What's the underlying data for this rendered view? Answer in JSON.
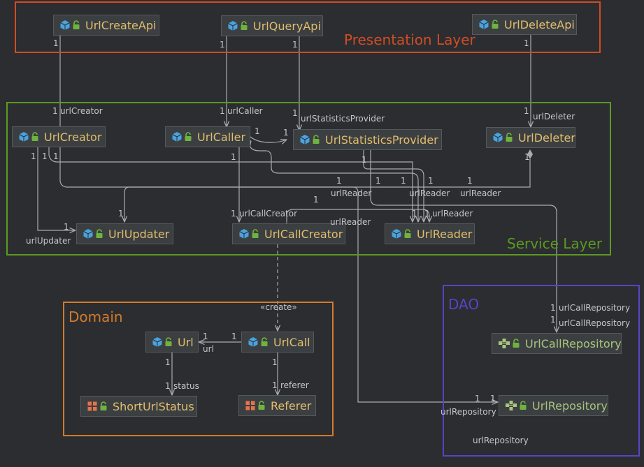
{
  "groups": {
    "presentation": {
      "title": "Presentation Layer",
      "color": "#d14c23"
    },
    "service": {
      "title": "Service Layer",
      "color": "#5c9a1f"
    },
    "domain": {
      "title": "Domain",
      "color": "#d57a2a"
    },
    "dao": {
      "title": "DAO",
      "color": "#5a43c4"
    }
  },
  "classes": {
    "url_create_api": "UrlCreateApi",
    "url_query_api": "UrlQueryApi",
    "url_delete_api": "UrlDeleteApi",
    "url_creator": "UrlCreator",
    "url_caller": "UrlCaller",
    "url_statistics_provider": "UrlStatisticsProvider",
    "url_deleter": "UrlDeleter",
    "url_updater": "UrlUpdater",
    "url_call_creator": "UrlCallCreator",
    "url_reader": "UrlReader",
    "url": "Url",
    "url_call": "UrlCall",
    "short_url_status": "ShortUrlStatus",
    "referer": "Referer",
    "url_call_repository": "UrlCallRepository",
    "url_repository": "UrlRepository"
  },
  "labels": {
    "url_creator": "urlCreator",
    "url_caller": "urlCaller",
    "url_statistics_provider": "urlStatisticsProvider",
    "url_deleter": "urlDeleter",
    "url_reader": "urlReader",
    "url_call_creator": "urlCallCreator",
    "url_updater": "urlUpdater",
    "create": "«create»",
    "url": "url",
    "status": "status",
    "referer": "referer",
    "url_call_repository": "urlCallRepository",
    "url_repository": "urlRepository",
    "one": "1"
  },
  "icons": {
    "class": "class-icon",
    "enum": "enum-icon",
    "interface": "interface-icon",
    "visibility": "lock-icon"
  },
  "colors": {
    "background": "#2b2d31",
    "edge": "#a9abae",
    "class_name": "#e2bd6c",
    "repository_name": "#a9c47f",
    "class_icon": "#4aa3df",
    "enum_icon": "#e8734a",
    "visibility_icon": "#6fb33f"
  }
}
